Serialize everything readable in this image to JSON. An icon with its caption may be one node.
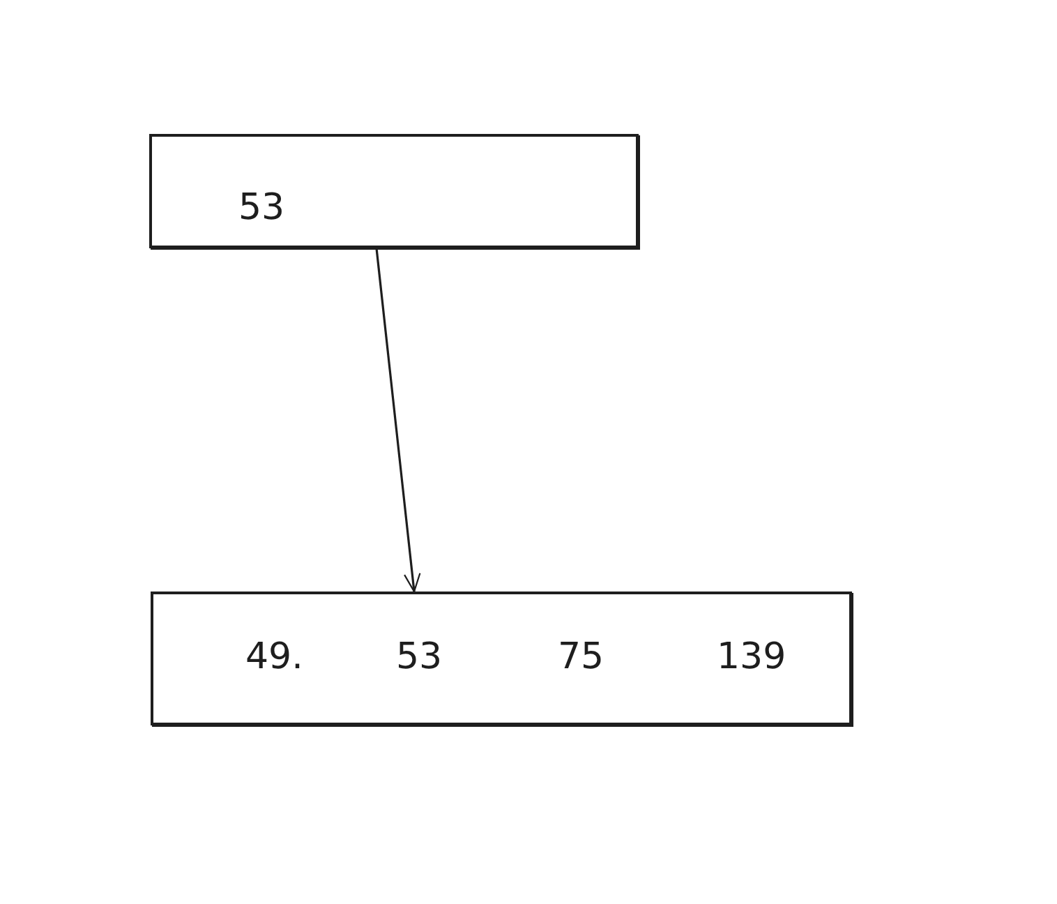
{
  "diagram": {
    "nodes": [
      {
        "text": [
          "53"
        ]
      },
      {
        "text": [
          "49.",
          "53",
          "75",
          "139"
        ]
      }
    ],
    "edges": [
      {
        "from": 0,
        "to": 1,
        "arrow": "to"
      }
    ]
  }
}
